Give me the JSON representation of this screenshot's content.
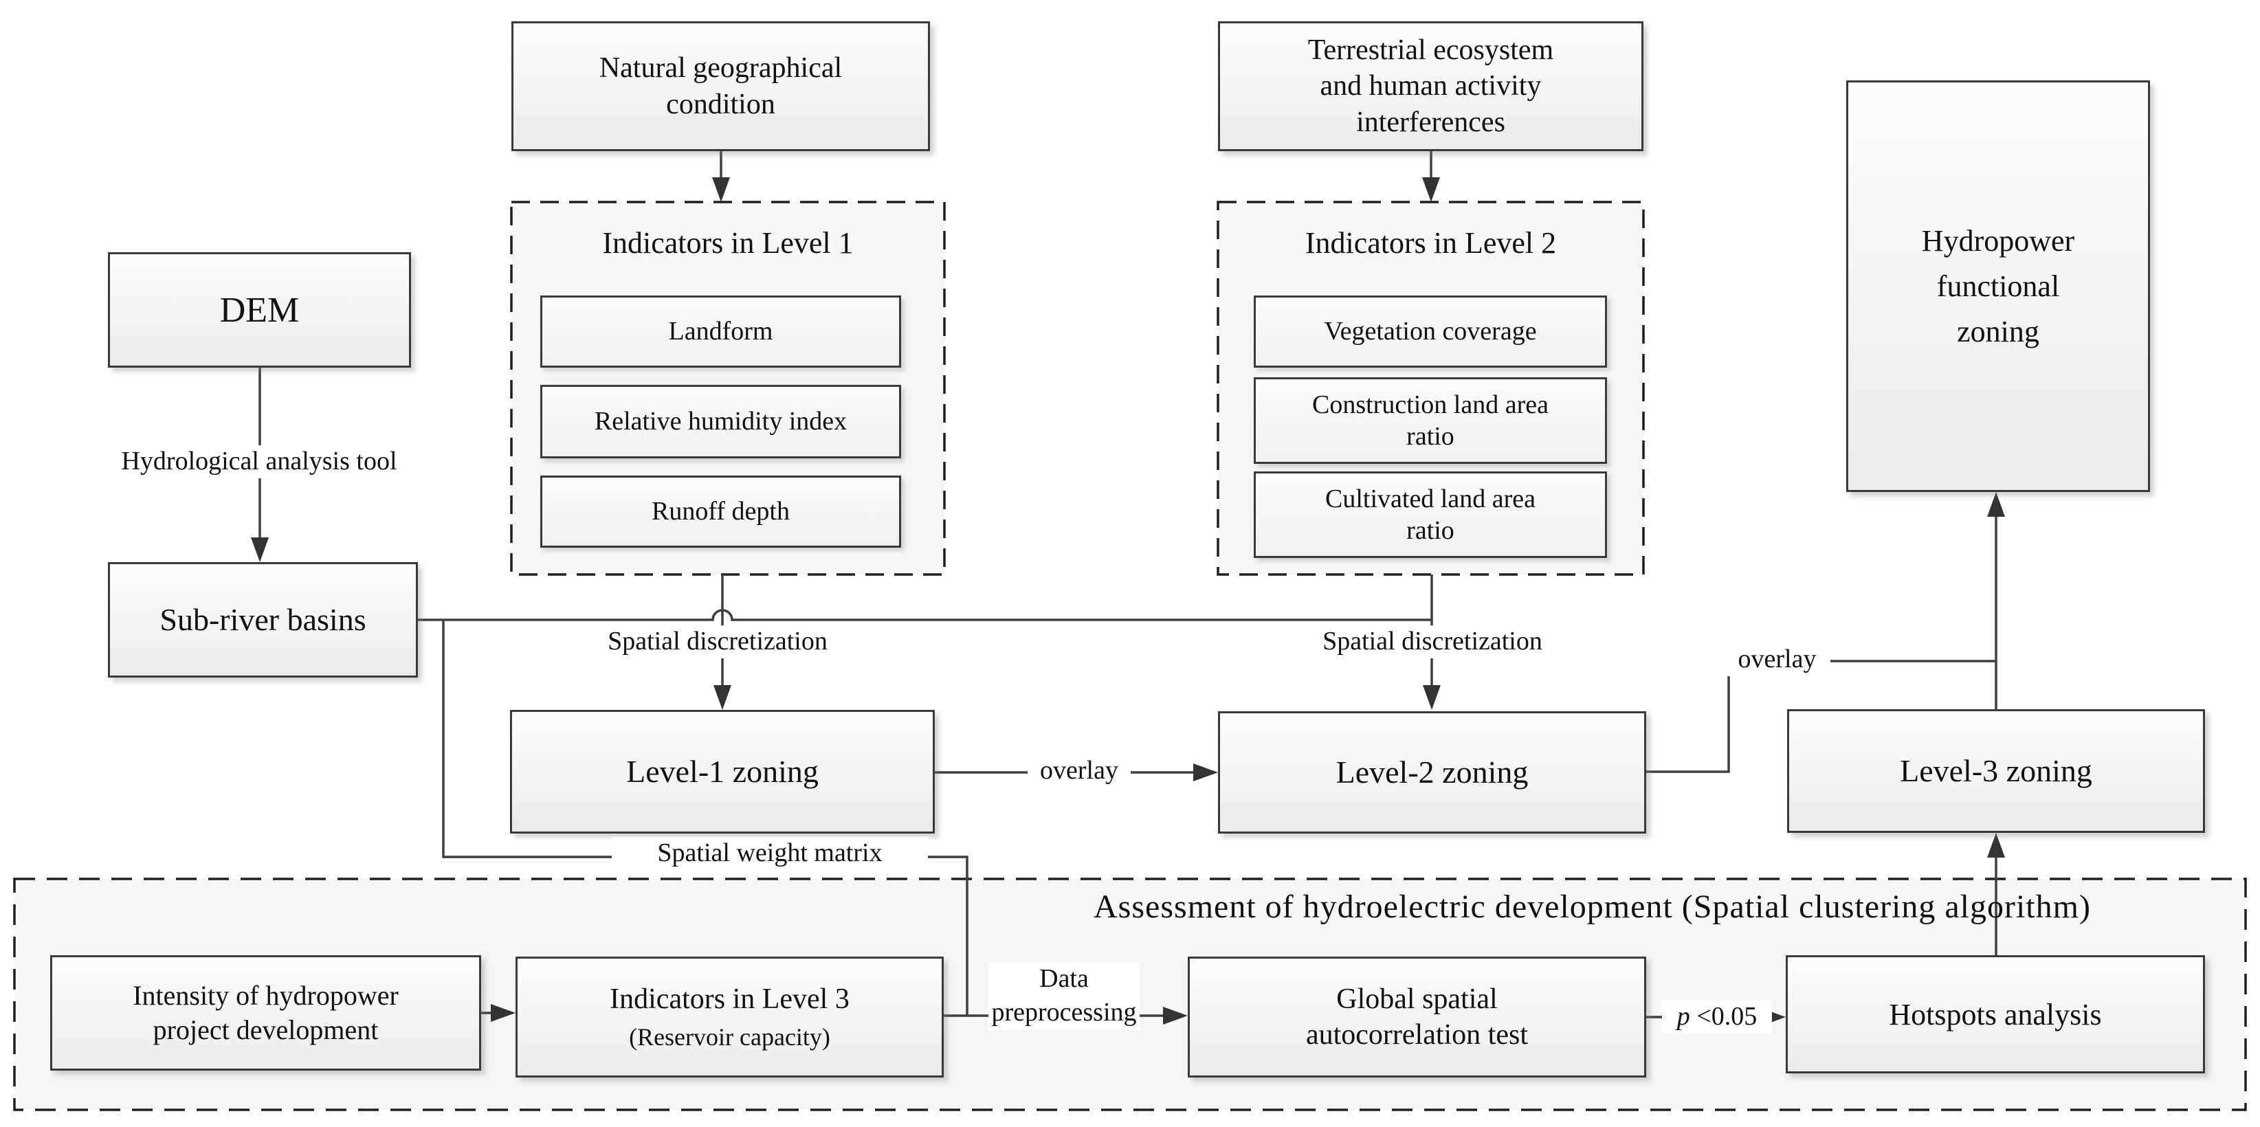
{
  "diagram": {
    "nodes": {
      "natural_geo": {
        "lines": [
          "Natural geographical",
          "condition"
        ]
      },
      "terrestrial": {
        "lines": [
          "Terrestrial ecosystem",
          "and human activity",
          "interferences"
        ]
      },
      "dem": {
        "label": "DEM"
      },
      "sub_river": {
        "label": "Sub-river basins"
      },
      "level1_container": {
        "title": "Indicators in Level 1",
        "items": [
          "Landform",
          "Relative humidity index",
          "Runoff depth"
        ]
      },
      "level2_container": {
        "title": "Indicators in Level 2",
        "items": [
          {
            "lines": [
              "Vegetation coverage",
              ""
            ]
          },
          {
            "lines": [
              "Construction land area",
              "ratio"
            ]
          },
          {
            "lines": [
              "Cultivated land area",
              "ratio"
            ]
          }
        ]
      },
      "level1_zoning": {
        "label": "Level-1 zoning"
      },
      "level2_zoning": {
        "label": "Level-2 zoning"
      },
      "level3_zoning": {
        "label": "Level-3 zoning"
      },
      "hydropower_functional_zoning": {
        "lines": [
          "Hydropower",
          "functional",
          "zoning"
        ]
      },
      "intensity": {
        "lines": [
          "Intensity of hydropower",
          "project development"
        ]
      },
      "level3_indicators": {
        "title": "Indicators in Level 3",
        "subtitle": "(Reservoir capacity)"
      },
      "global_test": {
        "lines": [
          "Global spatial",
          "autocorrelation test"
        ]
      },
      "hotspots": {
        "label": "Hotspots analysis"
      }
    },
    "edge_labels": {
      "hydrological": "Hydrological analysis tool",
      "spatial_discretization_1": "Spatial discretization",
      "spatial_discretization_2": "Spatial discretization",
      "overlay_1": "overlay",
      "overlay_2": "overlay",
      "spatial_weight_matrix": "Spatial weight matrix",
      "data_preprocessing": {
        "lines": [
          "Data",
          "preprocessing"
        ]
      },
      "p_symbol": "p",
      "p_condition": " <0.05"
    },
    "section_header": "Assessment of hydroelectric development (Spatial clustering algorithm)",
    "colors": {
      "line": "#3f3f3f",
      "arrow": "#3a3a3a",
      "border": "#3a3a3a",
      "dashed_border": "#1f1f1f",
      "container_fill": "#f6f6f6",
      "box_fill": "#f3f3f3",
      "text": "#111111",
      "background": "#ffffff"
    }
  }
}
